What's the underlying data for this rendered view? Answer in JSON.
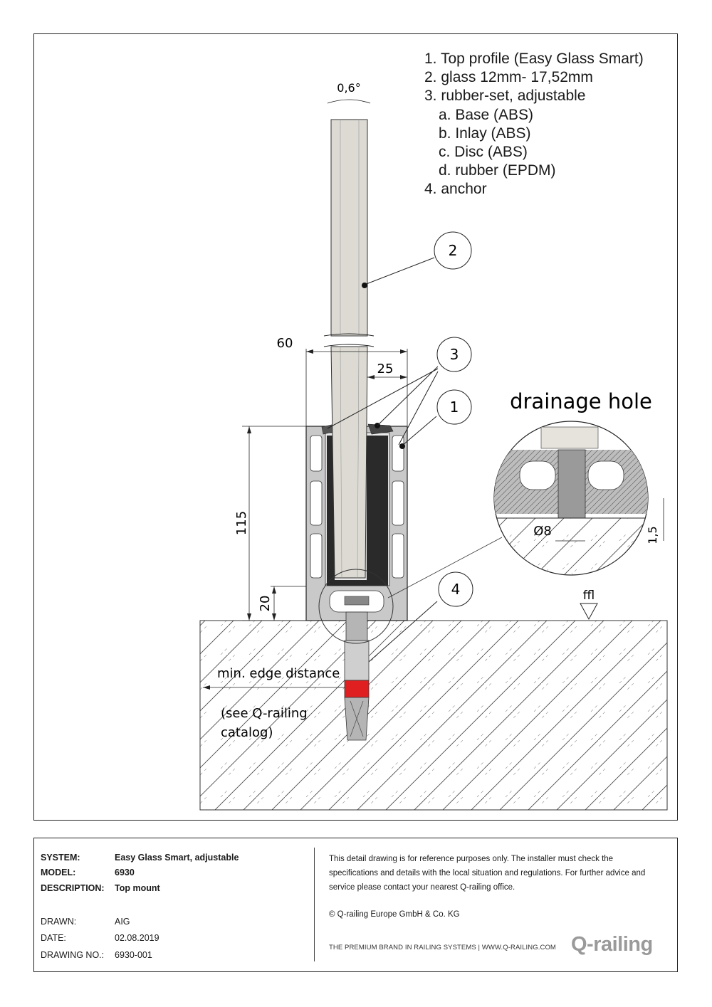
{
  "legend": {
    "items": [
      {
        "text": "1. Top profile (Easy Glass Smart)",
        "sub": false
      },
      {
        "text": "2. glass 12mm- 17,52mm",
        "sub": false
      },
      {
        "text": "3. rubber-set, adjustable",
        "sub": false
      },
      {
        "text": "a. Base (ABS)",
        "sub": true
      },
      {
        "text": "b. Inlay (ABS)",
        "sub": true
      },
      {
        "text": "c. Disc (ABS)",
        "sub": true
      },
      {
        "text": "d. rubber (EPDM)",
        "sub": true
      },
      {
        "text": "4. anchor",
        "sub": false
      }
    ]
  },
  "drawing": {
    "angle": "0,6°",
    "dim_60": "60",
    "dim_25": "25",
    "dim_115": "115",
    "dim_20": "20",
    "callout_1": "1",
    "callout_2": "2",
    "callout_3": "3",
    "callout_4": "4",
    "detail_title": "drainage hole",
    "dim_d8": "Ø8",
    "dim_15": "1,5",
    "ffl": "ffl",
    "edge_label": "min. edge distance",
    "catalog_line1": "(see Q-railing",
    "catalog_line2": "catalog)"
  },
  "titleblock": {
    "system_label": "SYSTEM:",
    "system_value": "Easy Glass Smart, adjustable",
    "model_label": "MODEL:",
    "model_value": "6930",
    "description_label": "DESCRIPTION:",
    "description_value": "Top mount",
    "drawn_label": "DRAWN:",
    "drawn_value": "AIG",
    "date_label": "DATE:",
    "date_value": "02.08.2019",
    "drawing_no_label": "DRAWING NO.:",
    "drawing_no_value": "6930-001",
    "disclaimer": "This detail drawing is for reference purposes only. The installer must check the specifications and details with the local situation and regulations. For further advice and service please contact your nearest Q-railing office.",
    "copyright": "© Q-railing Europe GmbH & Co. KG",
    "slogan": "THE PREMIUM BRAND IN RAILING SYSTEMS  |  WWW.Q-RAILING.COM",
    "logo": "Q-railing"
  },
  "colors": {
    "glass": "#dcdad3",
    "profile": "#c9c9c9",
    "rubber": "#2a2a2a",
    "anchor_red": "#e02020",
    "anchor_steel": "#b5b5b5"
  }
}
